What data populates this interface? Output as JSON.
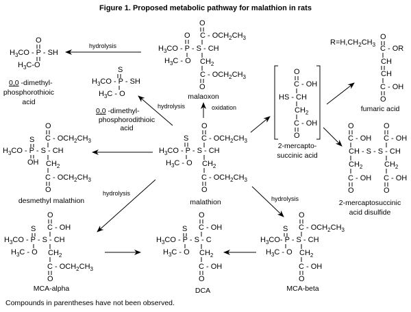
{
  "title": "Figure 1.  Proposed metabolic pathway for malathion in rats",
  "footnote": "Compounds in parentheses have not been observed.",
  "compounds": {
    "phosphorothioic": {
      "name_lines": [
        "O,O -dimethyl-",
        "phosphorothioic",
        "acid"
      ],
      "name_underline": "0,0",
      "top_atom": "O",
      "row1": "H3CO - P - SH",
      "row2": "H3C-O"
    },
    "phosphorodithioic": {
      "name_lines": [
        "-dimethyl-",
        "phosphorodithioic",
        "acid"
      ],
      "name_underline": "0,0",
      "top_atom": "S",
      "row1": "H3CO - P - SH",
      "row2": "H3C-O"
    },
    "malaoxon": {
      "name": "malaoxon",
      "p_double": "O",
      "top_ester": "C - OCH2CH3",
      "bottom_ester": "C-OCH2CH3"
    },
    "malathion": {
      "name": "malathion",
      "p_double": "S",
      "top_ester": "C - OCH2CH3",
      "bottom_ester": "C-OCH2CH3"
    },
    "desmethyl": {
      "name": "desmethyl malathion",
      "p_double": "S",
      "p_sub": "OH"
    },
    "mca_alpha": {
      "name": "MCA-alpha"
    },
    "dca": {
      "name": "DCA"
    },
    "mca_beta": {
      "name": "MCA-beta"
    },
    "mercaptosuccinic": {
      "name_lines": [
        "2-mercapto-",
        "succinic acid"
      ]
    },
    "fumaric": {
      "name": "fumaric acid",
      "r_def": "R=H,CH2CH3"
    },
    "disulfide": {
      "name_lines": [
        "2-mercaptosuccinic",
        "acid disulfide"
      ]
    }
  },
  "reactions": {
    "hydrolysis": "hydrolysis",
    "oxidation": "oxidation"
  }
}
